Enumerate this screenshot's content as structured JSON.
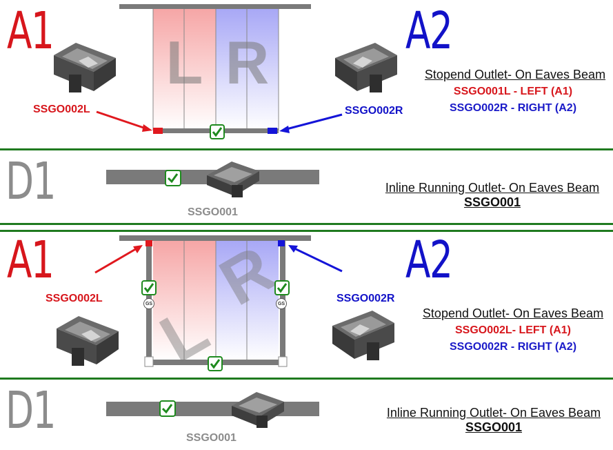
{
  "top_section": {
    "a1_label": "A1",
    "a2_label": "A2",
    "left_code": "SSGO002L",
    "right_code": "SSGO002R",
    "caption": "Stopend Outlet- On Eaves Beam",
    "line1": "SSGO001L - LEFT (A1)",
    "line2": "SSGO002R - RIGHT (A2)",
    "panel_left_letter": "L",
    "panel_right_letter": "R"
  },
  "d1_top": {
    "label": "D1",
    "code_below": "SSGO001",
    "caption": "Inline Running Outlet- On Eaves Beam",
    "caption_code": "SSGO001"
  },
  "bottom_section": {
    "a1_label": "A1",
    "a2_label": "A2",
    "left_code": "SSGO002L",
    "right_code": "SSGO002R",
    "caption": "Stopend Outlet- On Eaves Beam",
    "line1": "SSGO002L- LEFT (A1)",
    "line2": "SSGO002R - RIGHT (A2)",
    "gs_left": "GS",
    "gs_right": "GS",
    "panel_left_letter": "L",
    "panel_right_letter": "R"
  },
  "d1_bottom": {
    "label": "D1",
    "code_below": "SSGO001",
    "caption": "Inline Running Outlet- On Eaves Beam",
    "caption_code": "SSGO001"
  },
  "colors": {
    "left_red": "#d7161c",
    "right_blue": "#1212c8",
    "divider_green": "#1f7a1f",
    "check_green": "#1e8a1e"
  },
  "icons": [
    "gutter-outlet-icon",
    "check-icon"
  ]
}
